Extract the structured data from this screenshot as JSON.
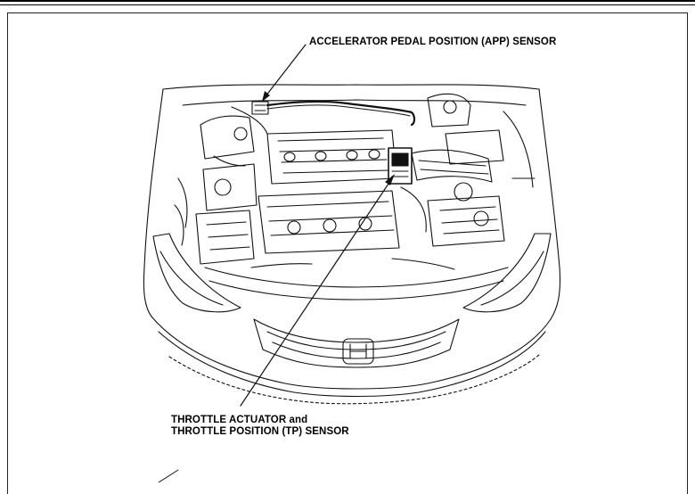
{
  "callouts": {
    "app_sensor": "ACCELERATOR PEDAL POSITION (APP) SENSOR",
    "throttle_line1": "THROTTLE ACTUATOR and",
    "throttle_line2": "THROTTLE POSITION (TP) SENSOR"
  }
}
